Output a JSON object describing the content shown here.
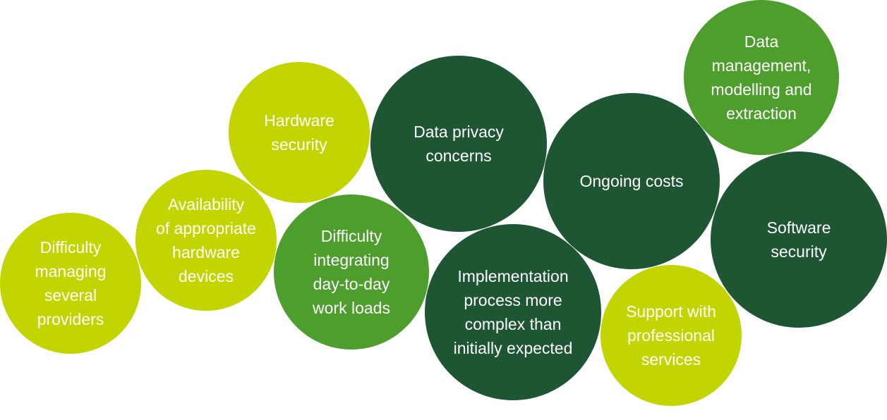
{
  "bubbles": [
    {
      "id": "providers",
      "label": "Difficulty\nmanaging\nseveral\nproviders",
      "color": "#c2d500"
    },
    {
      "id": "availability",
      "label": "Availability\nof appropriate\nhardware\ndevices",
      "color": "#c2d500"
    },
    {
      "id": "hwsec",
      "label": "Hardware\nsecurity",
      "color": "#c2d500"
    },
    {
      "id": "integrating",
      "label": "Difficulty\nintegrating\nday-to-day\nwork loads",
      "color": "#4e9e2d"
    },
    {
      "id": "privacy",
      "label": "Data privacy\nconcerns",
      "color": "#1e5634"
    },
    {
      "id": "implement",
      "label": "Implementation\nprocess more\ncomplex than\ninitially expected",
      "color": "#1e5634"
    },
    {
      "id": "ongoing",
      "label": "Ongoing costs",
      "color": "#1e5634"
    },
    {
      "id": "support",
      "label": "Support with\nprofessional\nservices",
      "color": "#c2d500"
    },
    {
      "id": "datamgmt",
      "label": "Data\nmanagement,\nmodelling and\nextraction",
      "color": "#4e9e2d"
    },
    {
      "id": "swsec",
      "label": "Software\nsecurity",
      "color": "#1e5634"
    }
  ]
}
